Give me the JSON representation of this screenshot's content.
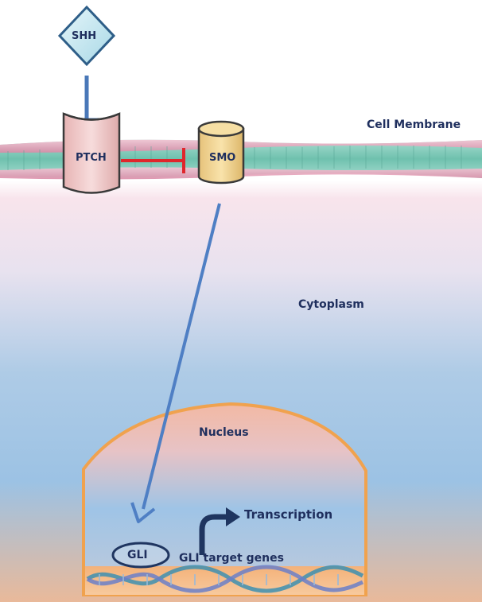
{
  "labels": {
    "shh": "SHH",
    "ptch": "PTCH",
    "smo": "SMO",
    "cell_membrane": "Cell Membrane",
    "cytoplasm": "Cytoplasm",
    "nucleus": "Nucleus",
    "transcription": "Transcription",
    "gli": "GLI",
    "gli_target_genes": "GLI target genes"
  },
  "colors": {
    "inhibition_ptch_smo": "#e0262c",
    "shh_inhibition": "#4a78b8",
    "signal_arrow": "#4f7fc4",
    "nucleus_border": "#f0a24e",
    "ptch_fill": "#f2cfcf",
    "smo_fill": "#f4d89a",
    "shh_fill": "#c7e8f0",
    "text": "#1f2f5e"
  }
}
